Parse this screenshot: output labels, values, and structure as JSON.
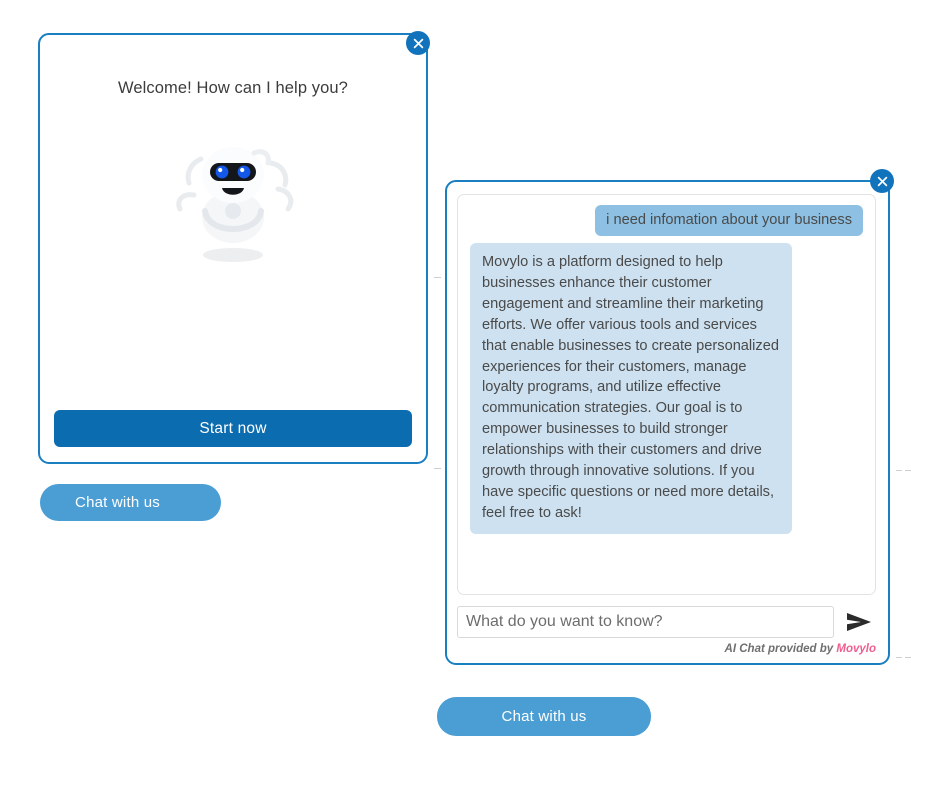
{
  "welcome": {
    "title": "Welcome! How can I help you?",
    "mascot_name": "chat-robot-mascot",
    "start_label": "Start now",
    "close_label": "×"
  },
  "launcher": {
    "label_1": "Chat with us",
    "label_2": "Chat with us"
  },
  "chat": {
    "close_label": "×",
    "messages": [
      {
        "role": "user",
        "text": "i need infomation about your business"
      },
      {
        "role": "bot",
        "text": "Movylo is a platform designed to help businesses enhance their customer engagement and streamline their marketing efforts. We offer various tools and services that enable businesses to create personalized experiences for their customers, manage loyalty programs, and utilize effective communication strategies. Our goal is to empower businesses to build stronger relationships with their customers and drive growth through innovative solutions. If you have specific questions or need more details, feel free to ask!"
      }
    ],
    "input": {
      "value": "",
      "placeholder": "What do you want to know?"
    },
    "send_icon": "send-arrow-icon",
    "footer": {
      "prefix": "AI Chat provided by ",
      "brand": "Movylo"
    }
  },
  "colors": {
    "panel_border": "#1a7fc1",
    "primary_button": "#0b6cb0",
    "launcher_button": "#4a9ed4",
    "user_bubble": "#8dc0e2",
    "bot_bubble": "#cde1f0",
    "brand_pink": "#ed5f91",
    "close_badge": "#1273bd"
  }
}
